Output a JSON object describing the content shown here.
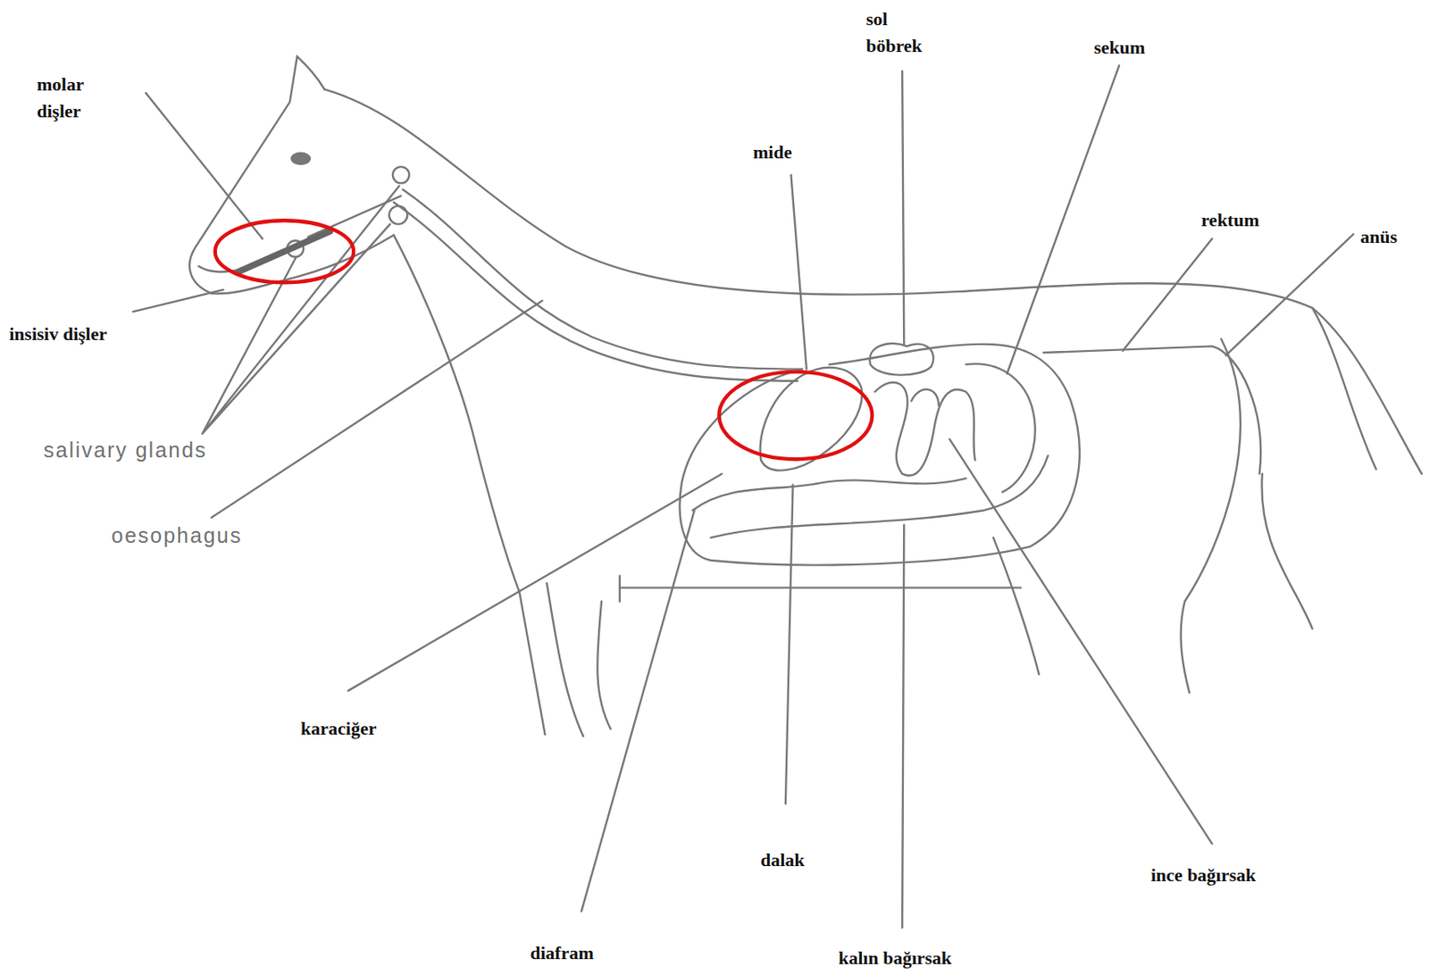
{
  "diagram": {
    "labels": [
      "molar dişler",
      "sol böbrek",
      "sekum",
      "mide",
      "rektum",
      "anüs",
      "insisiv dişler",
      "salivary glands",
      "oesophagus",
      "karaciğer",
      "dalak",
      "ince bağırsak",
      "diafram",
      "kalın bağırsak"
    ]
  }
}
